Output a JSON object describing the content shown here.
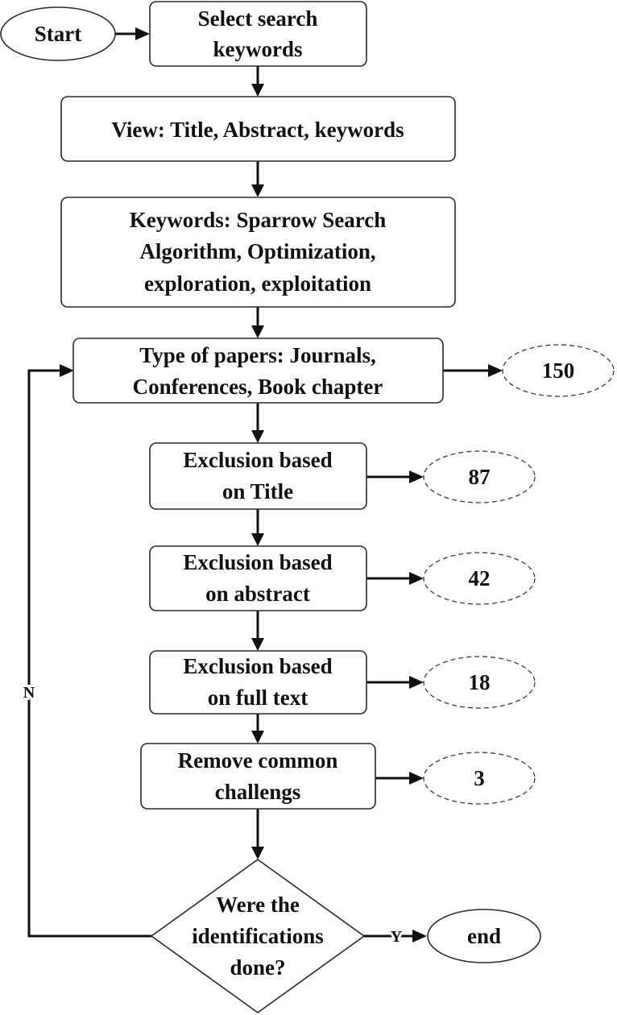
{
  "flowchart": {
    "start": "Start",
    "end": "end",
    "steps": [
      {
        "lines": [
          "Select search",
          "keywords"
        ]
      },
      {
        "lines": [
          "View: Title, Abstract, keywords"
        ]
      },
      {
        "lines": [
          "Keywords: Sparrow Search",
          "Algorithm, Optimization,",
          "exploration, exploitation"
        ]
      },
      {
        "lines": [
          "Type of papers: Journals,",
          "Conferences, Book chapter"
        ]
      },
      {
        "lines": [
          "Exclusion based",
          "on Title"
        ]
      },
      {
        "lines": [
          "Exclusion based",
          "on abstract"
        ]
      },
      {
        "lines": [
          "Exclusion based",
          "on full text"
        ]
      },
      {
        "lines": [
          "Remove common",
          "challengs"
        ]
      }
    ],
    "counts": [
      "150",
      "87",
      "42",
      "18",
      "3"
    ],
    "decision": {
      "lines": [
        "Were the",
        "identifications",
        "done?"
      ]
    },
    "yes_label": "Y",
    "no_label": "N"
  }
}
